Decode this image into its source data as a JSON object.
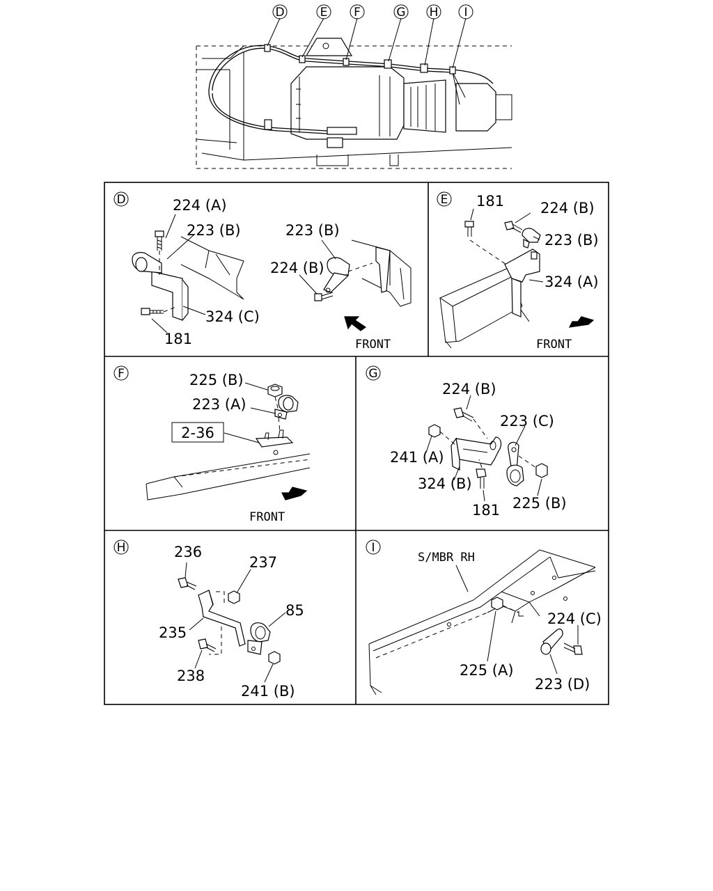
{
  "overview": {
    "callouts": [
      "D",
      "E",
      "F",
      "G",
      "H",
      "I"
    ]
  },
  "panel_d": {
    "letter": "D",
    "labels": [
      "224 (A)",
      "223 (B)",
      "324 (C)",
      "181",
      "223 (B)",
      "224 (B)"
    ],
    "front": "FRONT"
  },
  "panel_e": {
    "letter": "E",
    "labels": [
      "181",
      "224 (B)",
      "223 (B)",
      "324 (A)"
    ],
    "front": "FRONT"
  },
  "panel_f": {
    "letter": "F",
    "labels": [
      "225 (B)",
      "223 (A)"
    ],
    "ref_box": "2-36",
    "front": "FRONT"
  },
  "panel_g": {
    "letter": "G",
    "labels": [
      "224 (B)",
      "223 (C)",
      "241 (A)",
      "324 (B)",
      "181",
      "225 (B)"
    ]
  },
  "panel_h": {
    "letter": "H",
    "labels": [
      "236",
      "237",
      "85",
      "235",
      "238",
      "241 (B)"
    ]
  },
  "panel_i": {
    "letter": "I",
    "member": "S/MBR RH",
    "labels": [
      "224 (C)",
      "225 (A)",
      "223 (D)"
    ]
  }
}
